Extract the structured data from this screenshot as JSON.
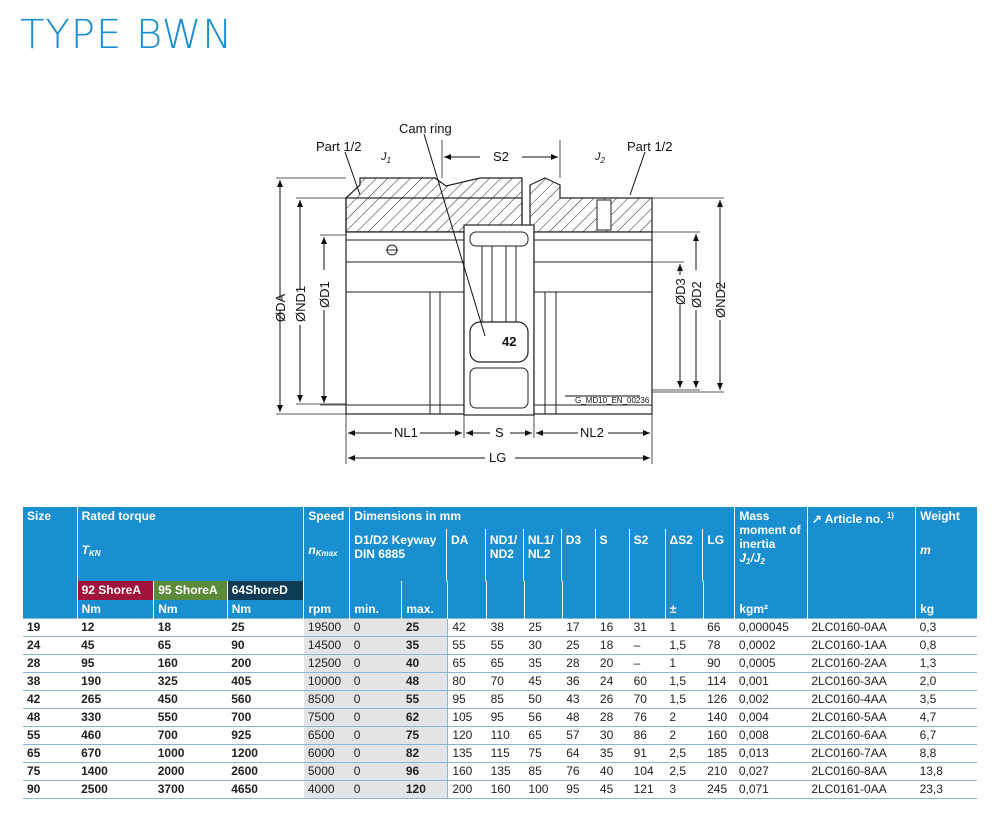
{
  "title": "TYPE BWN",
  "drawing": {
    "cam_ring": "Cam ring",
    "part_left": "Part 1/2",
    "part_right": "Part 1/2",
    "j1": "J",
    "j1_sub": "1",
    "j2": "J",
    "j2_sub": "2",
    "s2": "S2",
    "da": "ØDA",
    "nd1": "ØND1",
    "d1": "ØD1",
    "d3": "ØD3",
    "d2": "ØD2",
    "nd2": "ØND2",
    "nl1": "NL1",
    "s": "S",
    "nl2": "NL2",
    "lg": "LG",
    "size_mark": "42",
    "ref": "G_MD10_EN_00236"
  },
  "table": {
    "h_size": "Size",
    "h_rated_torque": "Rated torque",
    "h_speed": "Speed",
    "h_dimensions": "Dimensions in mm",
    "h_mass": "Mass moment of inertia",
    "h_article": "Article no.",
    "h_article_fn": "1)",
    "h_weight": "Weight",
    "h_tkn": "T",
    "h_tkn_sub": "KN",
    "h_nkmax": "n",
    "h_nkmax_sub": "Kmax",
    "h_d1d2": "D1/D2 Keyway DIN 6885",
    "h_da": "DA",
    "h_nd": "ND1/ ND2",
    "h_nl": "NL1/ NL2",
    "h_d3": "D3",
    "h_s": "S",
    "h_s2": "S2",
    "h_ds2": "ΔS2",
    "h_lg": "LG",
    "h_j": "J",
    "h_j1sub": "1",
    "h_jsep": "/J",
    "h_j2sub": "2",
    "h_m": "m",
    "shore92": "92 ShoreA",
    "shore95": "95 ShoreA",
    "shore64": "64ShoreD",
    "u_nm1": "Nm",
    "u_nm2": "Nm",
    "u_nm3": "Nm",
    "u_rpm": "rpm",
    "u_min": "min.",
    "u_max": "max.",
    "u_pm": "±",
    "u_kgm2": "kgm²",
    "u_kg": "kg",
    "rows": [
      [
        "19",
        "12",
        "18",
        "25",
        "19500",
        "0",
        "25",
        "42",
        "38",
        "25",
        "17",
        "16",
        "31",
        "1",
        "66",
        "0,000045",
        "2LC0160-0AA",
        "0,3"
      ],
      [
        "24",
        "45",
        "65",
        "90",
        "14500",
        "0",
        "35",
        "55",
        "55",
        "30",
        "25",
        "18",
        "–",
        "1,5",
        "78",
        "0,0002",
        "2LC0160-1AA",
        "0,8"
      ],
      [
        "28",
        "95",
        "160",
        "200",
        "12500",
        "0",
        "40",
        "65",
        "65",
        "35",
        "28",
        "20",
        "–",
        "1",
        "90",
        "0,0005",
        "2LC0160-2AA",
        "1,3"
      ],
      [
        "38",
        "190",
        "325",
        "405",
        "10000",
        "0",
        "48",
        "80",
        "70",
        "45",
        "36",
        "24",
        "60",
        "1,5",
        "114",
        "0,001",
        "2LC0160-3AA",
        "2,0"
      ],
      [
        "42",
        "265",
        "450",
        "560",
        "8500",
        "0",
        "55",
        "95",
        "85",
        "50",
        "43",
        "26",
        "70",
        "1,5",
        "126",
        "0,002",
        "2LC0160-4AA",
        "3,5"
      ],
      [
        "48",
        "330",
        "550",
        "700",
        "7500",
        "0",
        "62",
        "105",
        "95",
        "56",
        "48",
        "28",
        "76",
        "2",
        "140",
        "0,004",
        "2LC0160-5AA",
        "4,7"
      ],
      [
        "55",
        "460",
        "700",
        "925",
        "6500",
        "0",
        "75",
        "120",
        "110",
        "65",
        "57",
        "30",
        "86",
        "2",
        "160",
        "0,008",
        "2LC0160-6AA",
        "6,7"
      ],
      [
        "65",
        "670",
        "1000",
        "1200",
        "6000",
        "0",
        "82",
        "135",
        "115",
        "75",
        "64",
        "35",
        "91",
        "2,5",
        "185",
        "0,013",
        "2LC0160-7AA",
        "8,8"
      ],
      [
        "75",
        "1400",
        "2000",
        "2600",
        "5000",
        "0",
        "96",
        "160",
        "135",
        "85",
        "76",
        "40",
        "104",
        "2,5",
        "210",
        "0,027",
        "2LC0160-8AA",
        "13,8"
      ],
      [
        "90",
        "2500",
        "3700",
        "4650",
        "4000",
        "0",
        "120",
        "200",
        "160",
        "100",
        "95",
        "45",
        "121",
        "3",
        "245",
        "0,071",
        "2LC0161-0AA",
        "23,3"
      ]
    ]
  }
}
